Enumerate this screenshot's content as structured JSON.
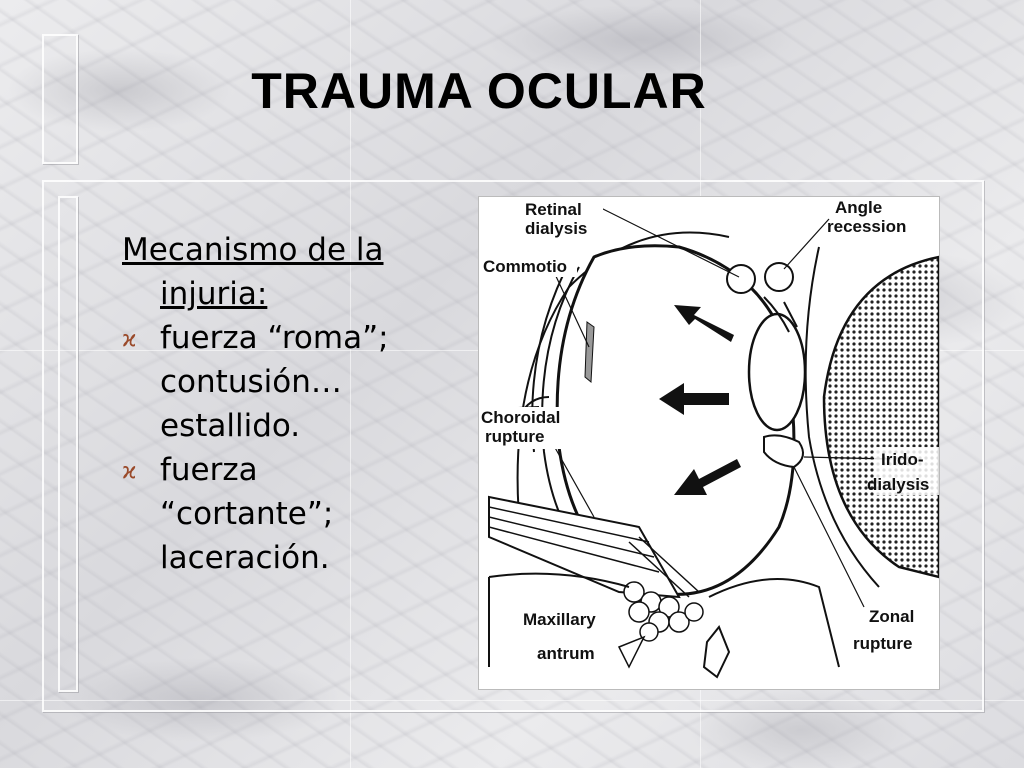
{
  "slide": {
    "title": "TRAUMA OCULAR",
    "heading_line1": "Mecanismo de la",
    "heading_line2": "injuria:",
    "bullets": [
      {
        "icon": "bullet-glyph",
        "text_lines": [
          "fuerza “roma”;",
          "contusión…",
          "estallido."
        ]
      },
      {
        "icon": "bullet-glyph",
        "text_lines": [
          "fuerza",
          "“cortante”;",
          "laceración."
        ]
      }
    ],
    "bullet_glyph": "ϰ"
  },
  "figure": {
    "labels": {
      "retinal_1": "Retinal",
      "retinal_2": "dialysis",
      "angle_1": "Angle",
      "angle_2": "recession",
      "commotio": "Commotio",
      "choroidal_1": "Choroidal",
      "choroidal_2": "rupture",
      "irido_1": "Irido-",
      "irido_2": "dialysis",
      "maxillary_1": "Maxillary",
      "maxillary_2": "antrum",
      "zonal_1": "Zonal",
      "zonal_2": "rupture"
    }
  }
}
